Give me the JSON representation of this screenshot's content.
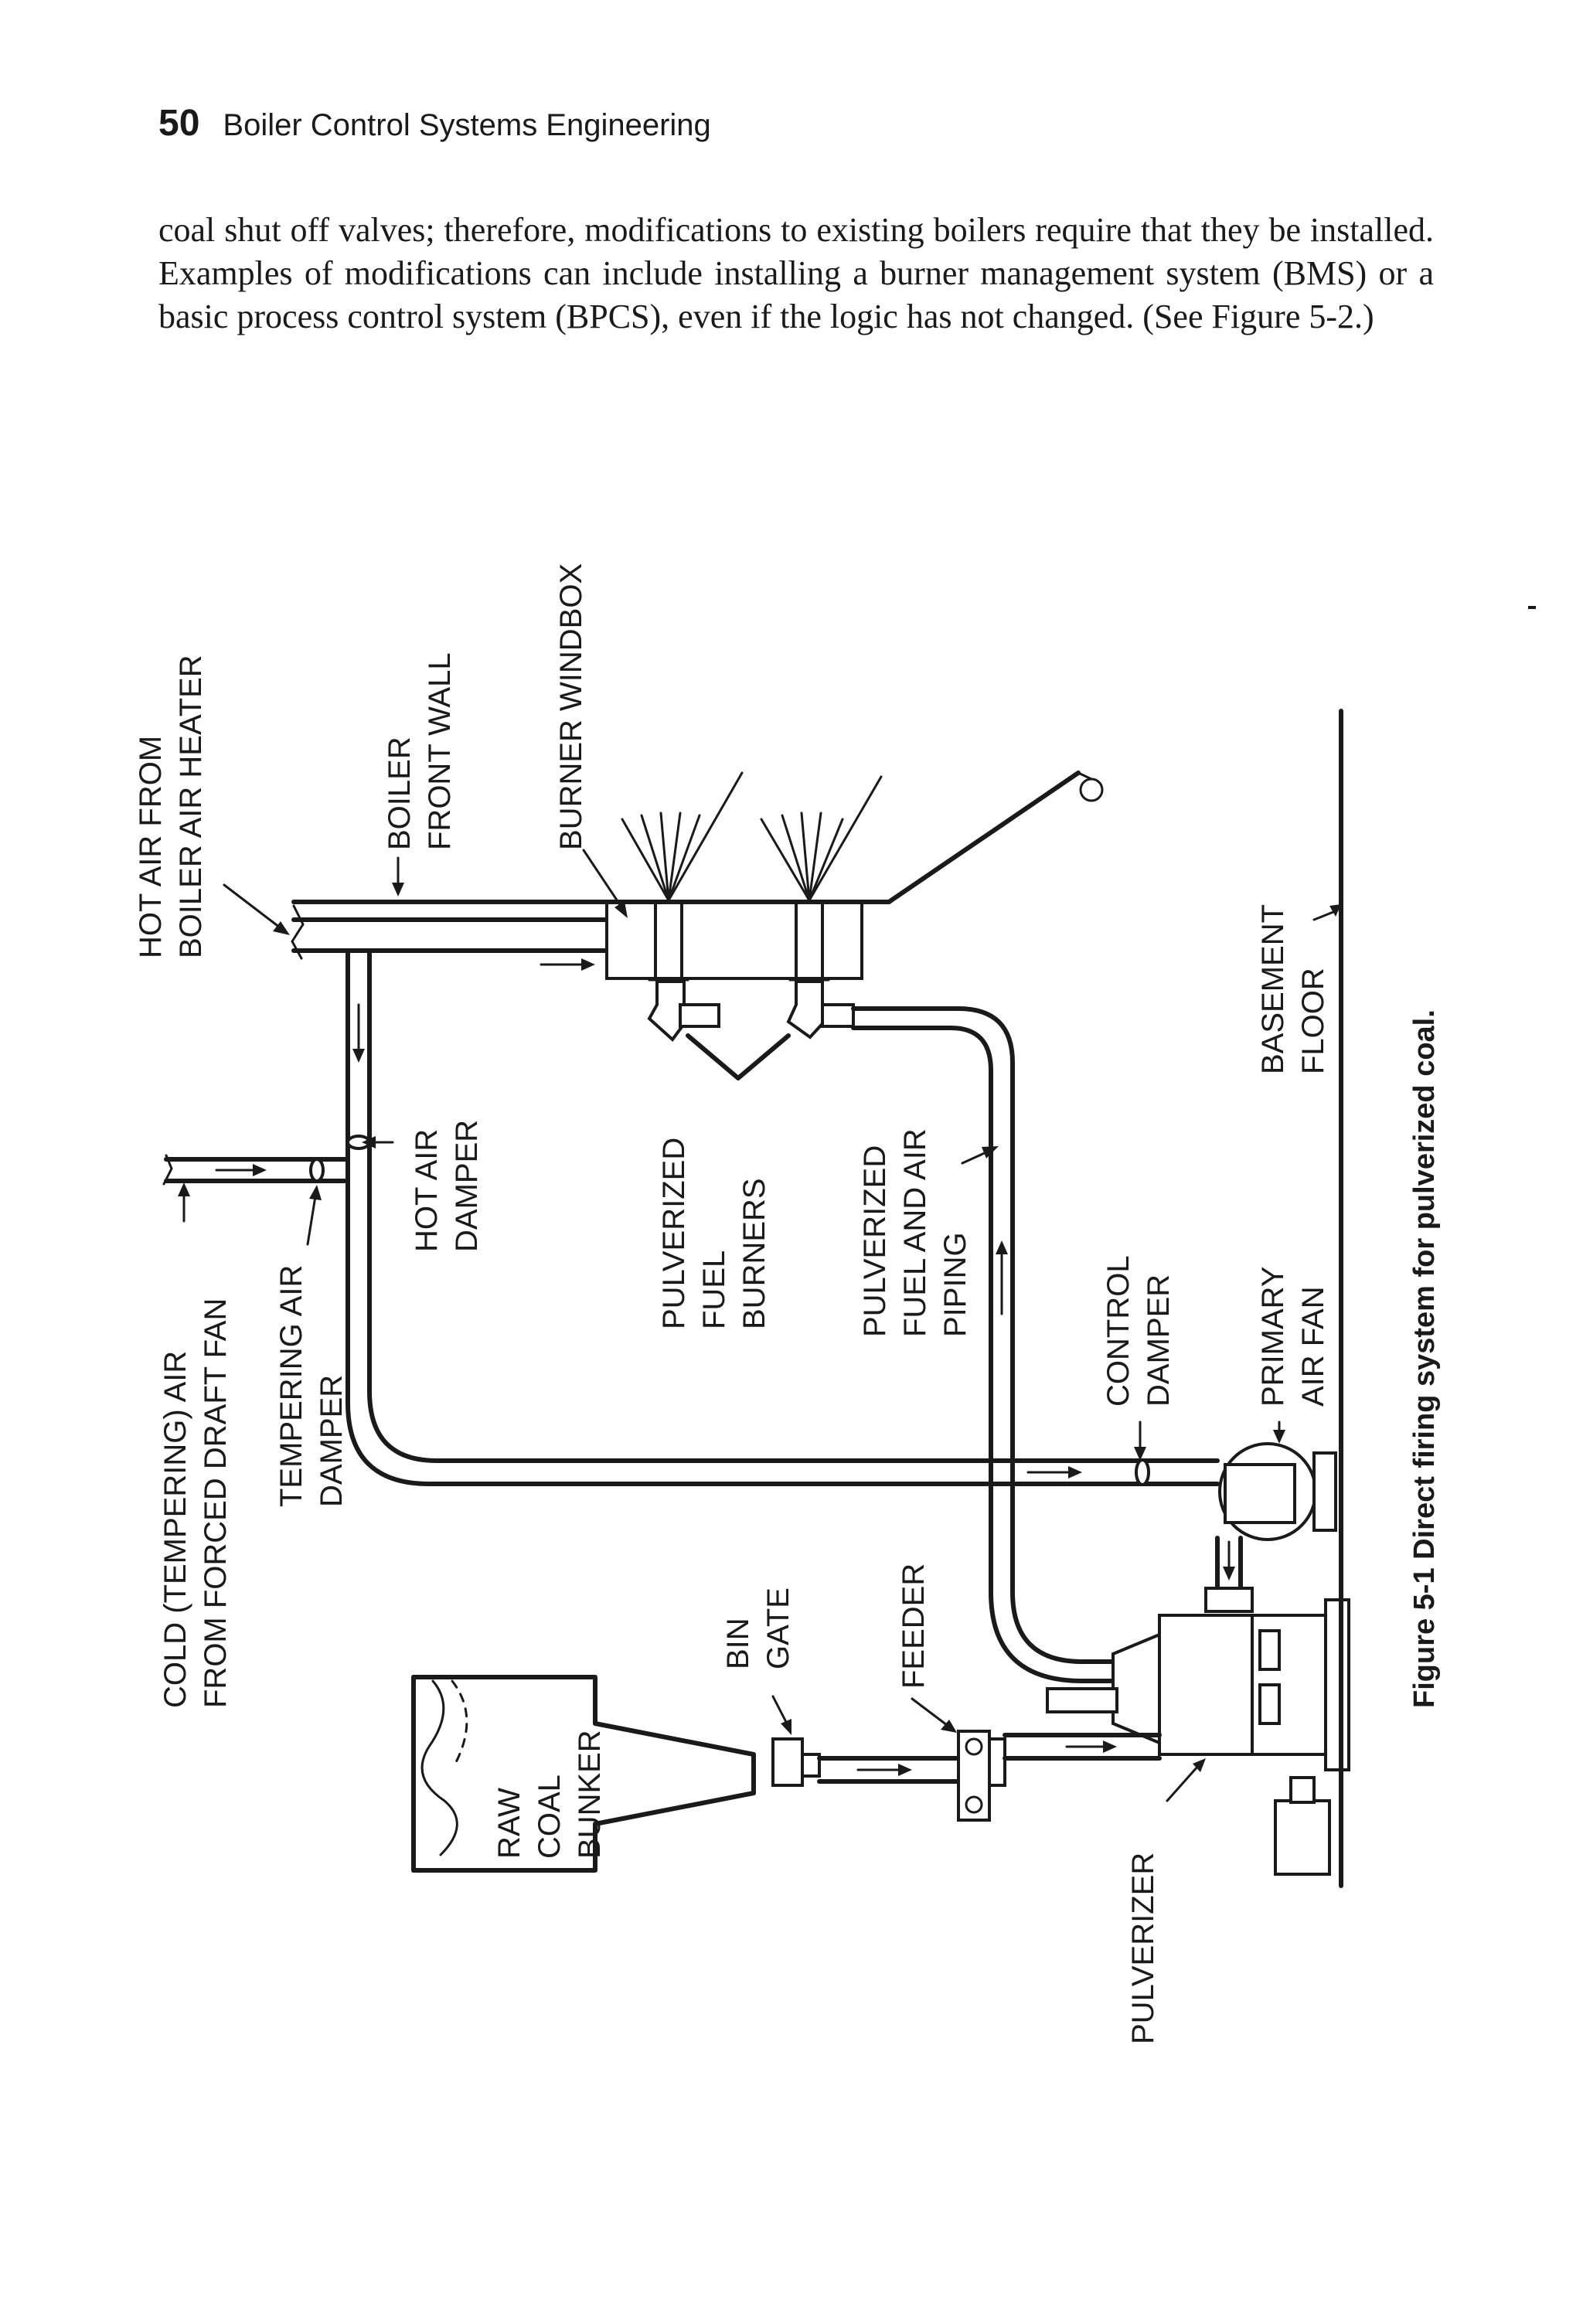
{
  "header": {
    "page_number": "50",
    "running_title": "Boiler Control Systems Engineering"
  },
  "body": {
    "paragraph": "coal shut off valves; therefore, modifications to existing boilers require that they be installed. Examples of modifications can include installing a burner management system (BMS) or a basic process control system (BPCS), even if the logic has not changed. (See Figure 5-2.)"
  },
  "figure": {
    "caption": "Figure 5-1 Direct firing system for pulverized coal.",
    "labels": {
      "hot_air_1": "HOT AIR FROM",
      "hot_air_2": "BOILER AIR HEATER",
      "front_wall_1": "BOILER",
      "front_wall_2": "FRONT WALL",
      "windbox": "BURNER WINDBOX",
      "cold_air_1": "COLD (TEMPERING) AIR",
      "cold_air_2": "FROM FORCED DRAFT FAN",
      "tempering_1": "TEMPERING AIR",
      "tempering_2": "DAMPER",
      "hot_damper_1": "HOT AIR",
      "hot_damper_2": "DAMPER",
      "burners_1": "PULVERIZED",
      "burners_2": "FUEL",
      "burners_3": "BURNERS",
      "piping_1": "PULVERIZED",
      "piping_2": "FUEL AND AIR",
      "piping_3": "PIPING",
      "control_1": "CONTROL",
      "control_2": "DAMPER",
      "fan_1": "PRIMARY",
      "fan_2": "AIR FAN",
      "basement_1": "BASEMENT",
      "basement_2": "FLOOR",
      "bin_1": "BIN",
      "bin_2": "GATE",
      "feeder": "FEEDER",
      "bunker_1": "RAW",
      "bunker_2": "COAL",
      "bunker_3": "BUNKER",
      "pulverizer": "PULVERIZER"
    }
  }
}
